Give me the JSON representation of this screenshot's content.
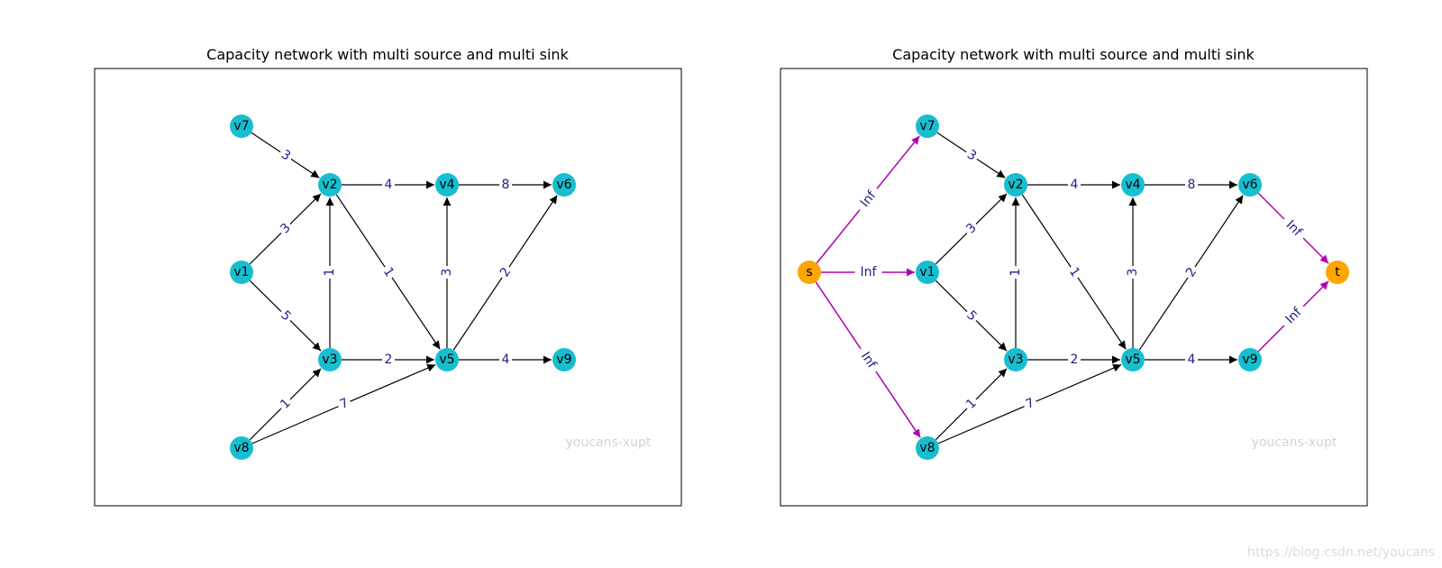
{
  "colors": {
    "node_default": "#17BECF",
    "node_terminal": "#FFA500",
    "edge_default": "#000000",
    "edge_super": "#B000B0",
    "edge_label": "#1E1E8C",
    "watermark": "#D3D3D3",
    "frame": "#000000"
  },
  "watermark_url": "https://blog.csdn.net/youcans",
  "panels": [
    {
      "id": "left",
      "title": "Capacity network with multi source and multi sink",
      "watermark": "youcans-xupt",
      "nodes": [
        {
          "id": "v1",
          "label": "v1",
          "kind": "default"
        },
        {
          "id": "v2",
          "label": "v2",
          "kind": "default"
        },
        {
          "id": "v3",
          "label": "v3",
          "kind": "default"
        },
        {
          "id": "v4",
          "label": "v4",
          "kind": "default"
        },
        {
          "id": "v5",
          "label": "v5",
          "kind": "default"
        },
        {
          "id": "v6",
          "label": "v6",
          "kind": "default"
        },
        {
          "id": "v7",
          "label": "v7",
          "kind": "default"
        },
        {
          "id": "v8",
          "label": "v8",
          "kind": "default"
        },
        {
          "id": "v9",
          "label": "v9",
          "kind": "default"
        }
      ],
      "edges": [
        {
          "from": "v7",
          "to": "v2",
          "capacity": "3",
          "kind": "default"
        },
        {
          "from": "v1",
          "to": "v2",
          "capacity": "3",
          "kind": "default"
        },
        {
          "from": "v1",
          "to": "v3",
          "capacity": "5",
          "kind": "default"
        },
        {
          "from": "v2",
          "to": "v4",
          "capacity": "4",
          "kind": "default"
        },
        {
          "from": "v4",
          "to": "v6",
          "capacity": "8",
          "kind": "default"
        },
        {
          "from": "v3",
          "to": "v2",
          "capacity": "1",
          "kind": "default"
        },
        {
          "from": "v2",
          "to": "v5",
          "capacity": "1",
          "kind": "default"
        },
        {
          "from": "v5",
          "to": "v4",
          "capacity": "3",
          "kind": "default"
        },
        {
          "from": "v5",
          "to": "v6",
          "capacity": "2",
          "kind": "default"
        },
        {
          "from": "v3",
          "to": "v5",
          "capacity": "2",
          "kind": "default"
        },
        {
          "from": "v5",
          "to": "v9",
          "capacity": "4",
          "kind": "default"
        },
        {
          "from": "v8",
          "to": "v3",
          "capacity": "1",
          "kind": "default"
        },
        {
          "from": "v8",
          "to": "v5",
          "capacity": "7",
          "kind": "default"
        }
      ]
    },
    {
      "id": "right",
      "title": "Capacity network with multi source and multi sink",
      "watermark": "youcans-xupt",
      "nodes": [
        {
          "id": "s",
          "label": "s",
          "kind": "terminal"
        },
        {
          "id": "t",
          "label": "t",
          "kind": "terminal"
        },
        {
          "id": "v1",
          "label": "v1",
          "kind": "default"
        },
        {
          "id": "v2",
          "label": "v2",
          "kind": "default"
        },
        {
          "id": "v3",
          "label": "v3",
          "kind": "default"
        },
        {
          "id": "v4",
          "label": "v4",
          "kind": "default"
        },
        {
          "id": "v5",
          "label": "v5",
          "kind": "default"
        },
        {
          "id": "v6",
          "label": "v6",
          "kind": "default"
        },
        {
          "id": "v7",
          "label": "v7",
          "kind": "default"
        },
        {
          "id": "v8",
          "label": "v8",
          "kind": "default"
        },
        {
          "id": "v9",
          "label": "v9",
          "kind": "default"
        }
      ],
      "edges": [
        {
          "from": "s",
          "to": "v7",
          "capacity": "Inf",
          "kind": "super"
        },
        {
          "from": "s",
          "to": "v1",
          "capacity": "Inf",
          "kind": "super"
        },
        {
          "from": "s",
          "to": "v8",
          "capacity": "Inf",
          "kind": "super"
        },
        {
          "from": "v7",
          "to": "v2",
          "capacity": "3",
          "kind": "default"
        },
        {
          "from": "v1",
          "to": "v2",
          "capacity": "3",
          "kind": "default"
        },
        {
          "from": "v1",
          "to": "v3",
          "capacity": "5",
          "kind": "default"
        },
        {
          "from": "v2",
          "to": "v4",
          "capacity": "4",
          "kind": "default"
        },
        {
          "from": "v4",
          "to": "v6",
          "capacity": "8",
          "kind": "default"
        },
        {
          "from": "v3",
          "to": "v2",
          "capacity": "1",
          "kind": "default"
        },
        {
          "from": "v2",
          "to": "v5",
          "capacity": "1",
          "kind": "default"
        },
        {
          "from": "v5",
          "to": "v4",
          "capacity": "3",
          "kind": "default"
        },
        {
          "from": "v5",
          "to": "v6",
          "capacity": "2",
          "kind": "default"
        },
        {
          "from": "v3",
          "to": "v5",
          "capacity": "2",
          "kind": "default"
        },
        {
          "from": "v5",
          "to": "v9",
          "capacity": "4",
          "kind": "default"
        },
        {
          "from": "v8",
          "to": "v3",
          "capacity": "1",
          "kind": "default"
        },
        {
          "from": "v8",
          "to": "v5",
          "capacity": "7",
          "kind": "default"
        },
        {
          "from": "v6",
          "to": "t",
          "capacity": "Inf",
          "kind": "super"
        },
        {
          "from": "v9",
          "to": "t",
          "capacity": "Inf",
          "kind": "super"
        }
      ]
    }
  ]
}
